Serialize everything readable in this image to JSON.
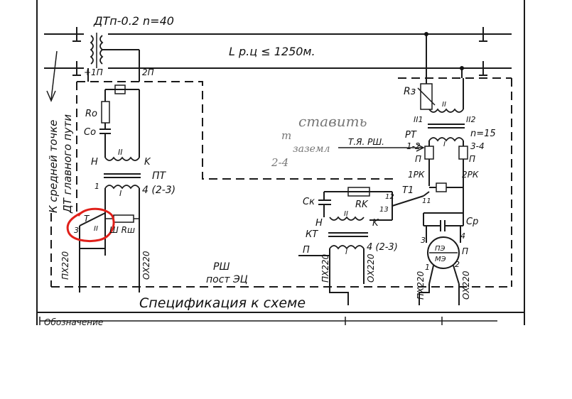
{
  "schematic": {
    "dt_label": "ДТп-0.2  n=40",
    "line_label": "L р.ц ≤ 1250м.",
    "terminal_1p": "+1П",
    "terminal_2p": "2П",
    "ro": "Ro",
    "co": "Co",
    "h_left": "H",
    "k_left": "K",
    "winding_ii": "II",
    "winding_i": "I",
    "pt_left": "ПТ",
    "pt_pins": "4 (2-3)",
    "pin_1": "1",
    "pin_3": "3",
    "pin_4": "4",
    "t_label": "T",
    "roman_ii": "II",
    "sh_rsh": "Ш  Rш",
    "vertical_note_1": "К средней точке",
    "vertical_note_2": "ДТ главного пути",
    "px220": "ПХ220",
    "ox220": "ОХ220",
    "rsh_title": "РШ",
    "rsh_sub": "пост ЭЦ",
    "spec_title": "Спецификация  к схеме",
    "table_header": "Обозначение",
    "rz": "Rз",
    "pt_right": "РТ",
    "n15": "n=15",
    "ii1": "II1",
    "ii2": "II2",
    "r12": "1-2",
    "r34": "3-4",
    "tya": "Т.Я. РШ.",
    "p_left": "П",
    "p_right": "П",
    "rk1": "1РК",
    "rk2": "2РК",
    "ck": "Ск",
    "rk": "RK",
    "t1": "T1",
    "c12": "12",
    "c13": "13",
    "c11": "11",
    "cp": "Ср",
    "h_mid": "H",
    "k_mid": "K",
    "kt": "КТ",
    "p_kt": "П",
    "kt_pins": "4 (2-3)",
    "pe": "ПЭ",
    "me": "МЭ",
    "motor_p": "П",
    "motor_1": "1",
    "motor_2": "2",
    "motor_3": "3",
    "motor_4": "4",
    "hand_1": "ставить",
    "hand_2": "т",
    "hand_3": "заземл",
    "hand_4": "2-4"
  }
}
